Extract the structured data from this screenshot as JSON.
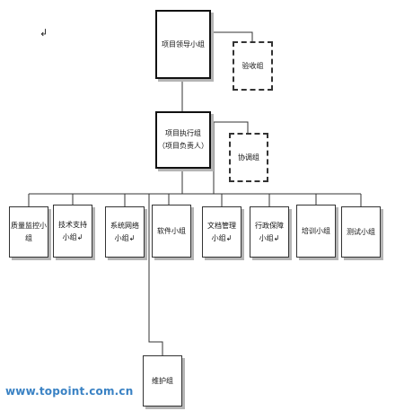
{
  "cursor_mark": "↲",
  "watermark": "www.topoint.com.cn",
  "nodes": {
    "leader": "项目领导小组",
    "acceptance": "验收组",
    "executive_line1": "项目执行组",
    "executive_line2": "（项目负责人）",
    "coordination": "协调组",
    "qc": "质量监控小组",
    "tech_line1": "技术支持",
    "tech_line2": "小组↲",
    "network_line1": "系统网络",
    "network_line2": "小组↲",
    "software": "软件小组",
    "docs_line1": "文档管理",
    "docs_line2": "小组↲",
    "admin_line1": "行政保障",
    "admin_line2": "小组↲",
    "training": "培训小组",
    "testing": "测试小组",
    "maintenance": "维护组"
  }
}
